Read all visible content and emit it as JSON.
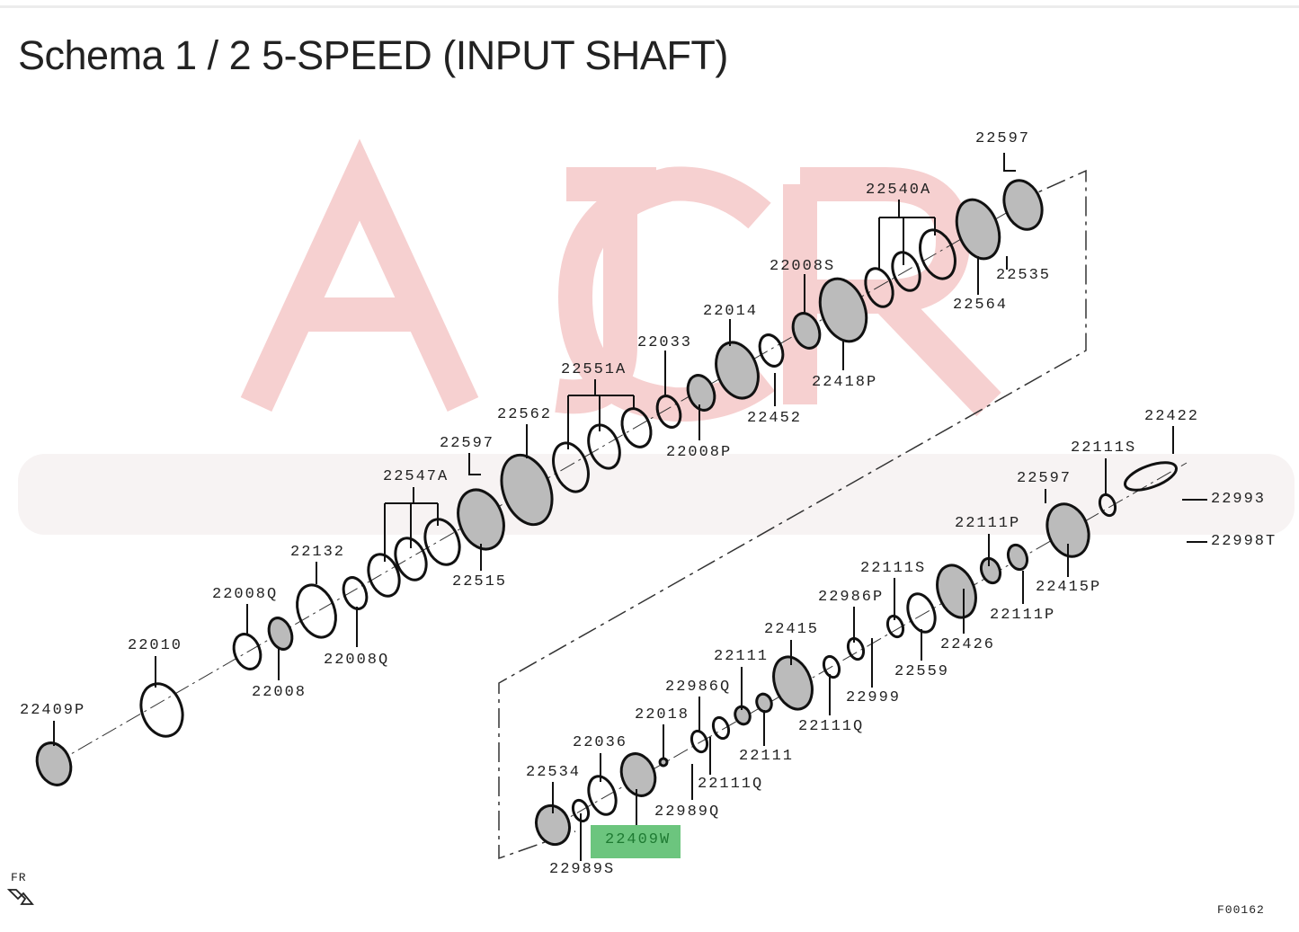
{
  "title": "Schema 1 / 2 5-SPEED (INPUT SHAFT)",
  "watermark": {
    "logo": "AJCR",
    "subtitle": "Autoparts & Performance",
    "color": "#f2c4c4"
  },
  "highlight": {
    "part": "22409W",
    "color": "#6cc57e"
  },
  "labels": [
    "22597",
    "22540A",
    "22535",
    "22564",
    "22008S",
    "22014",
    "22033",
    "22418P",
    "22551A",
    "22452",
    "22562",
    "22008P",
    "22597",
    "22547A",
    "22515",
    "22132",
    "22008Q",
    "22008Q",
    "22010",
    "22008",
    "22409P",
    "22422",
    "22111S",
    "22597",
    "22993",
    "22111P",
    "22998T",
    "22111S",
    "22415P",
    "22986P",
    "22111P",
    "22415",
    "22426",
    "22111",
    "22559",
    "22999",
    "22986Q",
    "22018",
    "22111Q",
    "22036",
    "22111",
    "22534",
    "22111Q",
    "22989Q",
    "22409W",
    "22989S"
  ],
  "direction_label": "FR",
  "figure_code": "F00162"
}
